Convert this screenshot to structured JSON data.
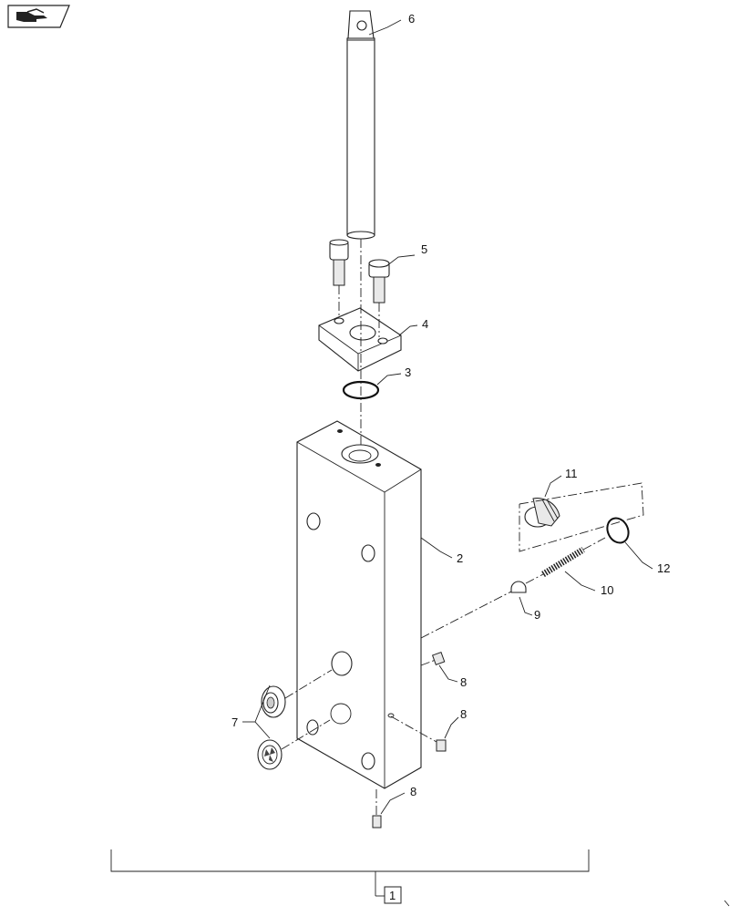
{
  "corner_icon": "book-hand-icon",
  "callouts": {
    "c1": "1",
    "c2": "2",
    "c3": "3",
    "c4": "4",
    "c5": "5",
    "c6": "6",
    "c7": "7",
    "c8a": "8",
    "c8b": "8",
    "c8c": "8",
    "c9": "9",
    "c10": "10",
    "c11": "11",
    "c12": "12"
  }
}
